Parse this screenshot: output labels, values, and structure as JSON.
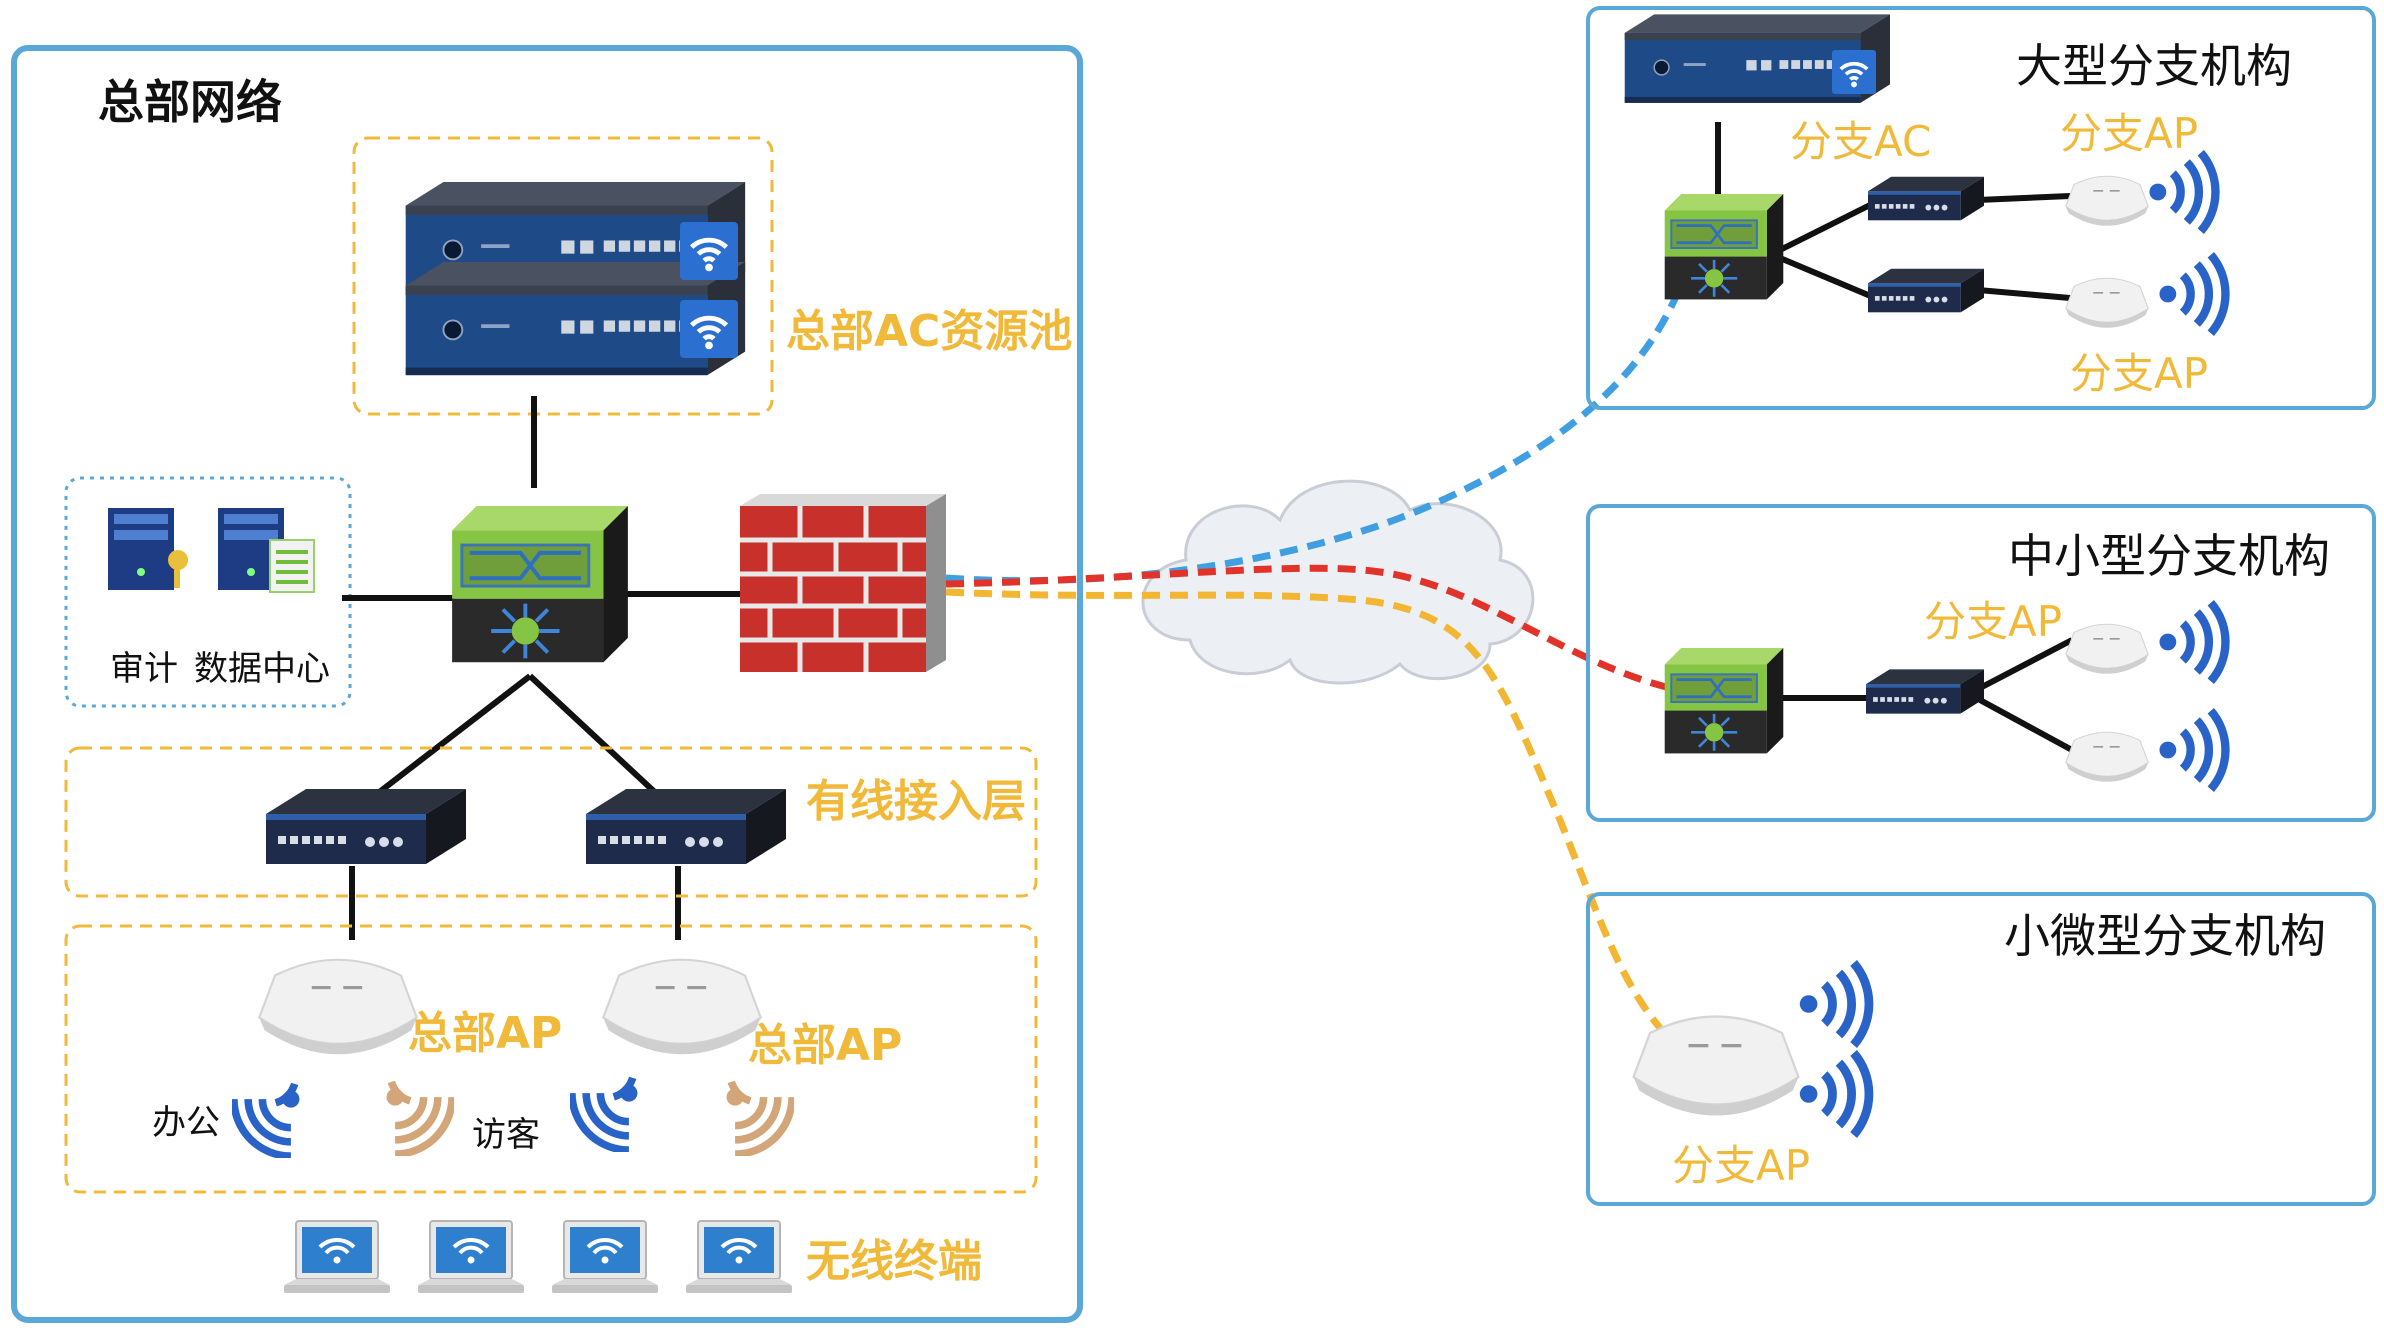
{
  "headquarters": {
    "title": "总部网络",
    "ac_pool_label": "总部AC资源池",
    "audit_label": "审计",
    "datacenter_label": "数据中心",
    "wired_layer_label": "有线接入层",
    "ap_labels": [
      "总部AP",
      "总部AP"
    ],
    "office_label": "办公",
    "guest_label": "访客",
    "terminals_label": "无线终端"
  },
  "branches": {
    "large": {
      "title": "大型分支机构",
      "ac_label": "分支AC",
      "ap_labels": [
        "分支AP",
        "分支AP"
      ]
    },
    "medium": {
      "title": "中小型分支机构",
      "ap_label": "分支AP"
    },
    "small": {
      "title": "小微型分支机构",
      "ap_label": "分支AP"
    }
  },
  "colors": {
    "frame_blue": "#5aa8d8",
    "dashed_orange": "#f0b93a",
    "link_blue": "#3f9fe0",
    "link_red": "#e2332a",
    "link_yellow": "#f2b632",
    "wifi_blue": "#2a63c8",
    "wifi_tan": "#d2a679",
    "switch_green": "#86c443",
    "firewall_red": "#c8302b"
  },
  "icons": [
    "ac-server-icon",
    "core-switch-icon",
    "firewall-icon",
    "access-switch-icon",
    "ap-icon",
    "wifi-signal-icon",
    "laptop-icon",
    "cloud-icon",
    "audit-server-icon",
    "datacenter-server-icon"
  ]
}
